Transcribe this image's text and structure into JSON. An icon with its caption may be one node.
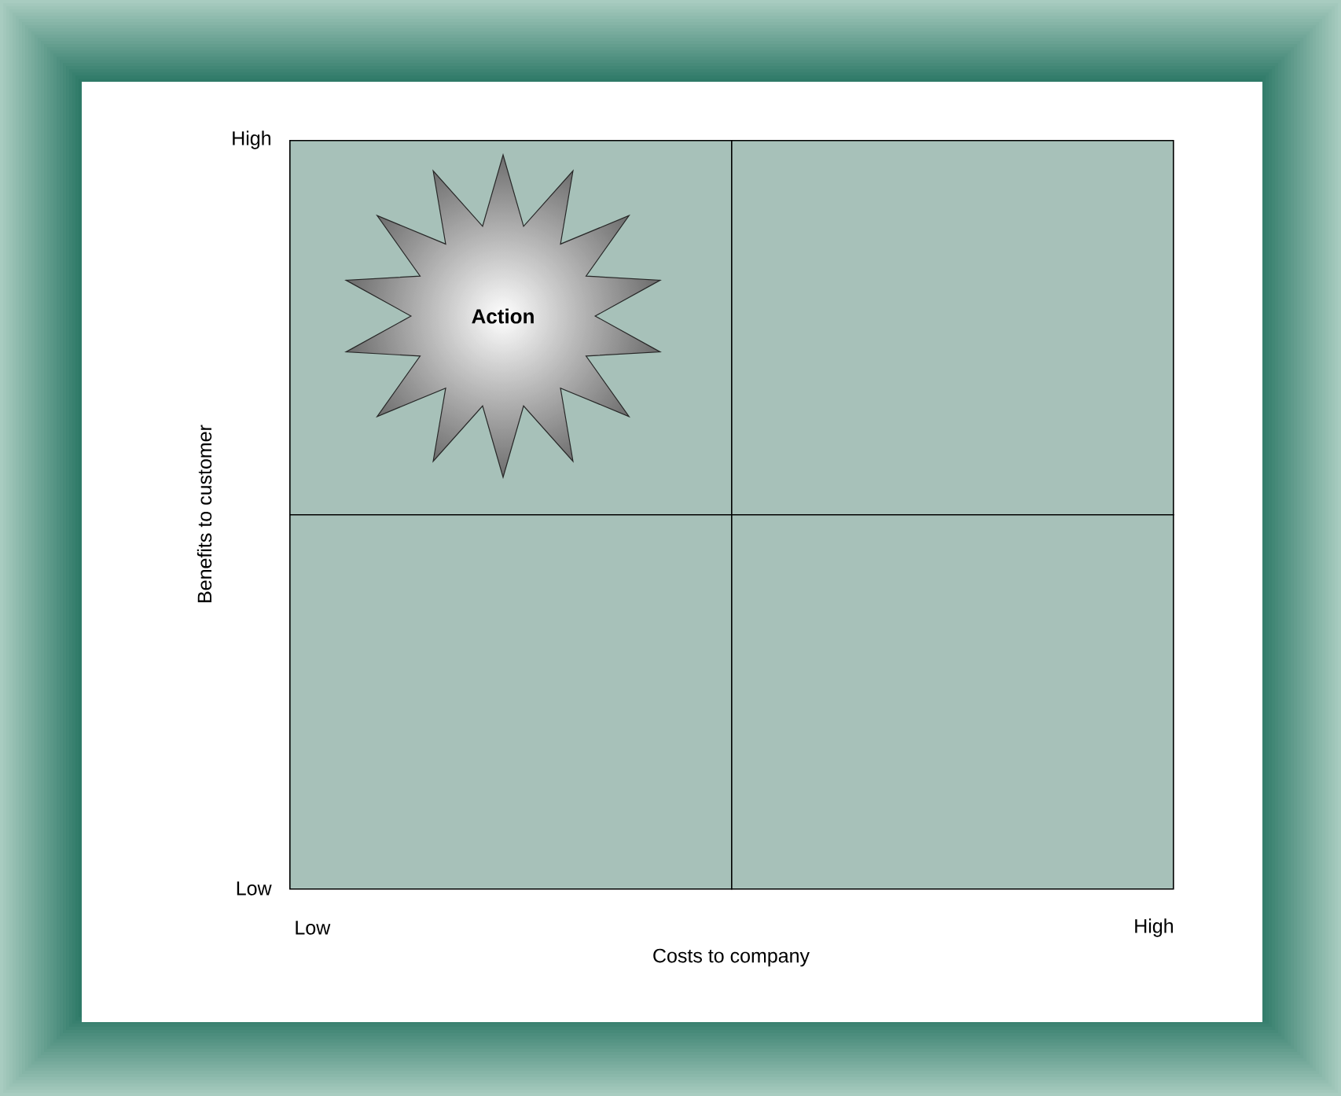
{
  "diagram": {
    "nodes": [
      {
        "text": [],
        "shape": "box"
      },
      {
        "text": [],
        "shape": "box"
      },
      {
        "text": [],
        "shape": "box"
      },
      {
        "text": [],
        "shape": "box"
      },
      {
        "text": [
          "Action"
        ],
        "in": 0
      }
    ],
    "labels": [
      "High",
      "Benefits to customer",
      "Low",
      "Low",
      "High",
      "Costs to company"
    ]
  }
}
